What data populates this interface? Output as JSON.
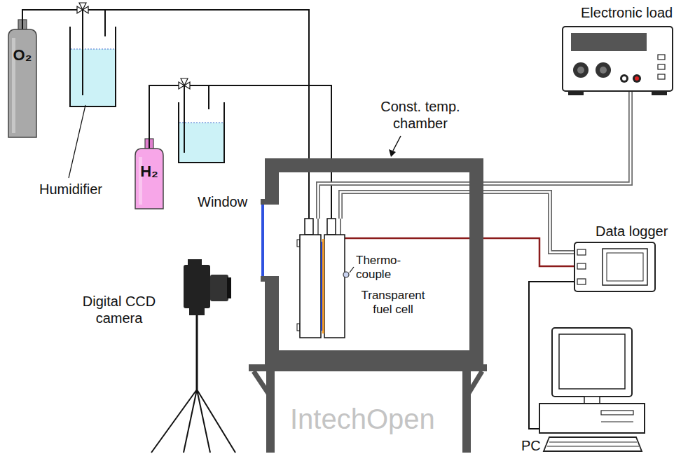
{
  "diagram": {
    "nodes": [
      {
        "text": [
          "O₂"
        ]
      },
      {
        "text": [
          "H₂"
        ]
      },
      {
        "text": [
          "Const. temp. chamber"
        ]
      },
      {
        "text": [
          "Transparent fuel cell"
        ],
        "in": 2
      },
      {
        "text": [
          "Electronic load"
        ]
      },
      {
        "text": [
          "Data logger"
        ]
      },
      {
        "text": [
          "PC"
        ]
      }
    ],
    "edges": [
      {
        "from": 0,
        "to": 3,
        "arrow": "none"
      },
      {
        "from": 1,
        "to": 3,
        "arrow": "none"
      },
      {
        "from": 3,
        "to": 4,
        "arrow": "none"
      },
      {
        "from": 3,
        "to": 5,
        "arrow": "none"
      },
      {
        "from": 3,
        "to": 5,
        "arrow": "none"
      },
      {
        "from": 5,
        "to": 6,
        "arrow": "none"
      }
    ],
    "labels": [
      "Humidifier",
      "Window",
      "Digital CCD camera",
      "Thermo- couple",
      "IntechOpen"
    ]
  }
}
